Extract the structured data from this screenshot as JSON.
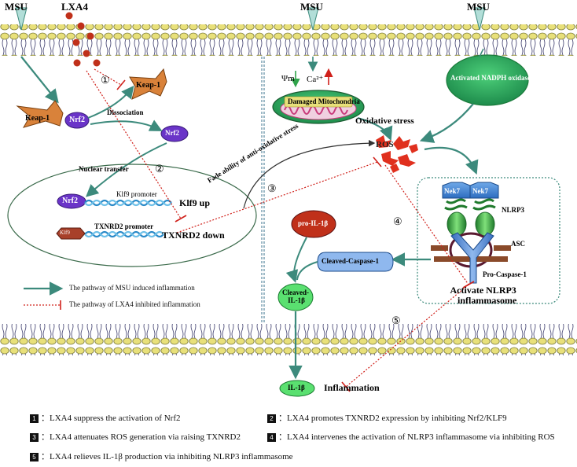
{
  "stimuli": {
    "msu": "MSU",
    "lxa4": "LXA4"
  },
  "proteins": {
    "keap1": "Keap-1",
    "nrf2": "Nrf2",
    "nek7": "Nek7",
    "klf9": "Klf9",
    "nlrp3": "NLRP3",
    "asc": "ASC",
    "pro_caspase": "Pro-Caspase-1",
    "pro_il1b": "pro-IL-1β",
    "cleaved_caspase": "Cleaved-Caspase-1",
    "cleaved_il1b_line1": "Cleaved-",
    "cleaved_il1b_line2": "IL-1β",
    "il1b": "IL-1β"
  },
  "labels": {
    "dissociation": "Dissociation",
    "nuclear_transfer": "Nuclear transfer",
    "klf9_promoter": "Klf9 promoter",
    "klf9_up": "Klf9 up",
    "txnrd2_promoter": "TXNRD2 promoter",
    "txnrd2_down": "TXNRD2 down",
    "psi_m": "Ψm",
    "ca": "Ca²⁺",
    "damaged_mito": "Damaged Mitochondria",
    "oxidative_stress": "Oxidative stress",
    "ros": "ROS",
    "nadph": "Activated NADPH oxidase",
    "fade_ability": "Fade ability of anti-oxidative stress",
    "activate_nlrp3_line1": "Activate NLRP3",
    "activate_nlrp3_line2": "inflammasome",
    "inflammation": "Inflammation"
  },
  "legend": {
    "msu_pathway": "The pathway of MSU induced inflammation",
    "lxa4_pathway": "The pathway of LXA4 inhibited inflammation"
  },
  "step_markers": [
    "①",
    "②",
    "③",
    "④",
    "⑤"
  ],
  "footnotes": [
    {
      "num": "1",
      "text": "：LXA4 suppress the activation of Nrf2"
    },
    {
      "num": "2",
      "text": "：LXA4 promotes TXNRD2 expression  by inhibiting Nrf2/KLF9"
    },
    {
      "num": "3",
      "text": "：LXA4 attenuates ROS generation via raising TXNRD2"
    },
    {
      "num": "4",
      "text": "：LXA4 intervenes the activation of NLRP3 inflammasome via inhibiting ROS"
    },
    {
      "num": "5",
      "text": "：LXA4 relieves IL-1β production via inhibiting NLRP3 inflammasome"
    }
  ],
  "colors": {
    "msu_arrow": "#3c8a7c",
    "inhibit_line": "#d0201a",
    "membrane_head": "#e8e07a",
    "keap1": "#d9823a",
    "nrf2": "#6a34c8",
    "ros": "#e0301e",
    "green_cell": "#2fb86a",
    "nadph": "#2fb04a"
  }
}
